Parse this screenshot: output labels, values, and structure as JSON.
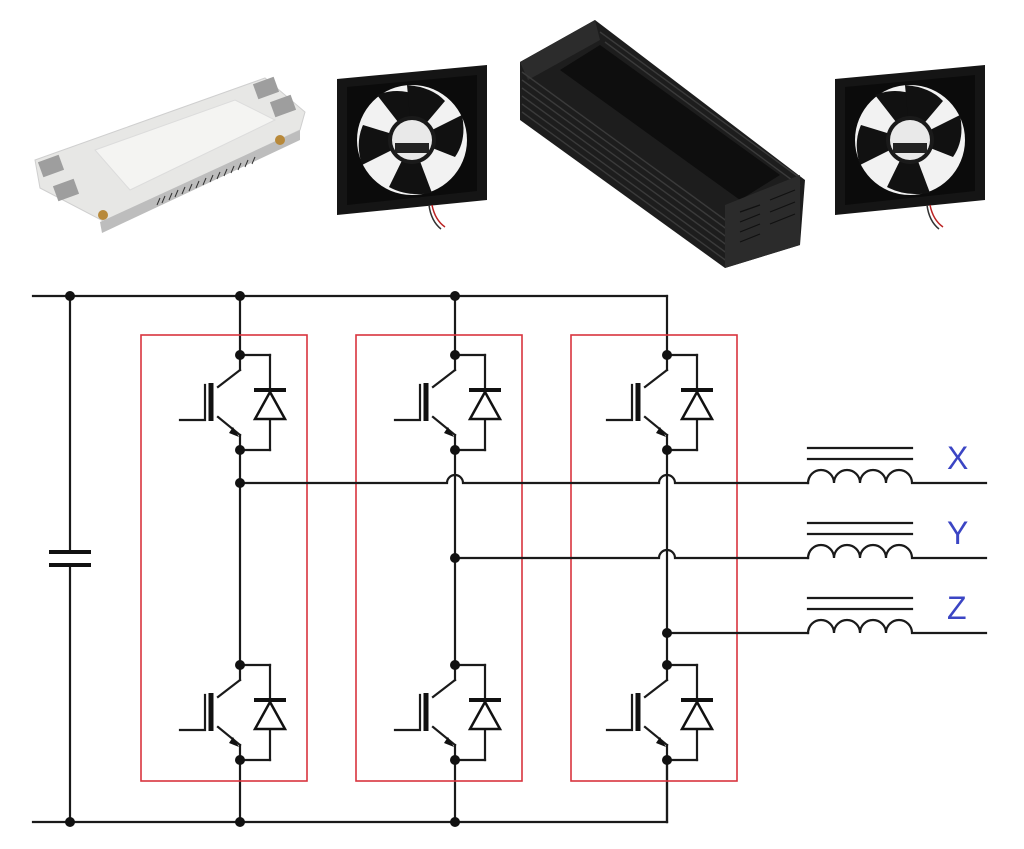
{
  "photos": [
    {
      "name": "igbt-module",
      "description": "IGBT power module"
    },
    {
      "name": "cooling-fan-left",
      "description": "Brushless DC fan"
    },
    {
      "name": "heatsink",
      "description": "Aluminium finned heatsink"
    },
    {
      "name": "cooling-fan-right",
      "description": "Brushless DC fan"
    }
  ],
  "schematic": {
    "legs": 3,
    "switches_per_leg": 2,
    "outputs": [
      {
        "label": "X"
      },
      {
        "label": "Y"
      },
      {
        "label": "Z"
      }
    ],
    "colors": {
      "wire": "#1a1a1a",
      "module_box": "#d9343e",
      "output_label": "#3b45c4"
    }
  }
}
